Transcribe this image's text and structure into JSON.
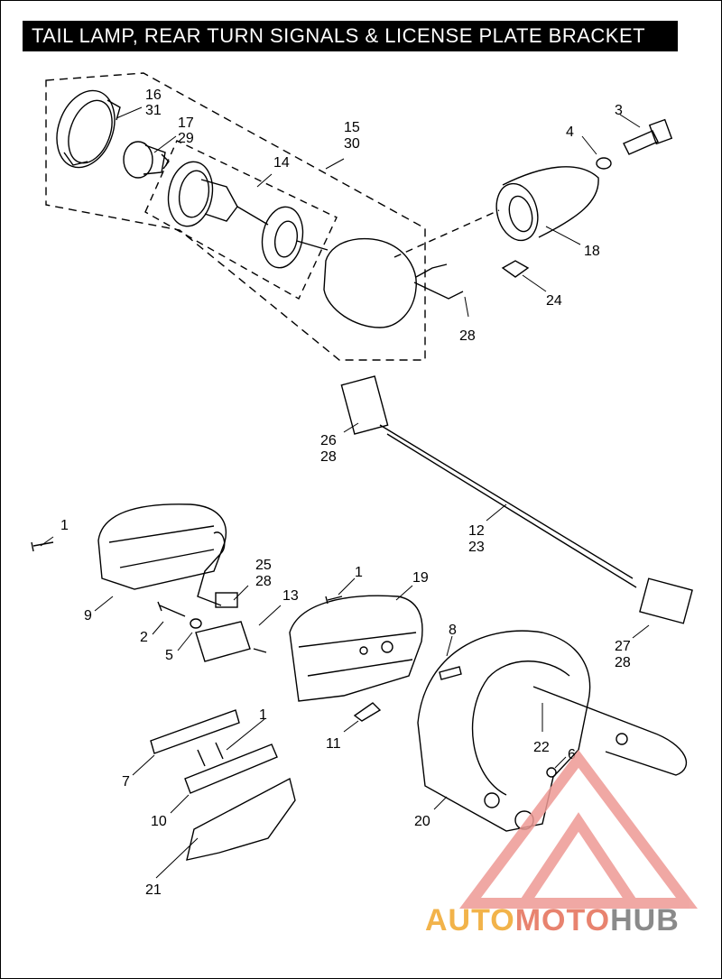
{
  "title": "TAIL LAMP, REAR TURN SIGNALS & LICENSE PLATE BRACKET",
  "callouts": {
    "c16_31": [
      "16",
      "31"
    ],
    "c17_29": [
      "17",
      "29"
    ],
    "c14": "14",
    "c15_30": [
      "15",
      "30"
    ],
    "c3": "3",
    "c4": "4",
    "c18": "18",
    "c24": "24",
    "c28a": "28",
    "c26_28": [
      "26",
      "28"
    ],
    "c12_23": [
      "12",
      "23"
    ],
    "c27_28": [
      "27",
      "28"
    ],
    "c1a": "1",
    "c9": "9",
    "c25_28": [
      "25",
      "28"
    ],
    "c2": "2",
    "c5": "5",
    "c13": "13",
    "c1b": "1",
    "c19": "19",
    "c8": "8",
    "c11": "11",
    "c22": "22",
    "c6": "6",
    "c1c": "1",
    "c7": "7",
    "c10": "10",
    "c20": "20",
    "c21": "21"
  },
  "watermark": {
    "part1": "AUTO",
    "part2": "MOTO",
    "part3": "HUB",
    "colors": {
      "auto": "#f2b34a",
      "moto": "#e8836f",
      "hub": "#8a8a8a",
      "triangle": "#ee9a95"
    }
  }
}
